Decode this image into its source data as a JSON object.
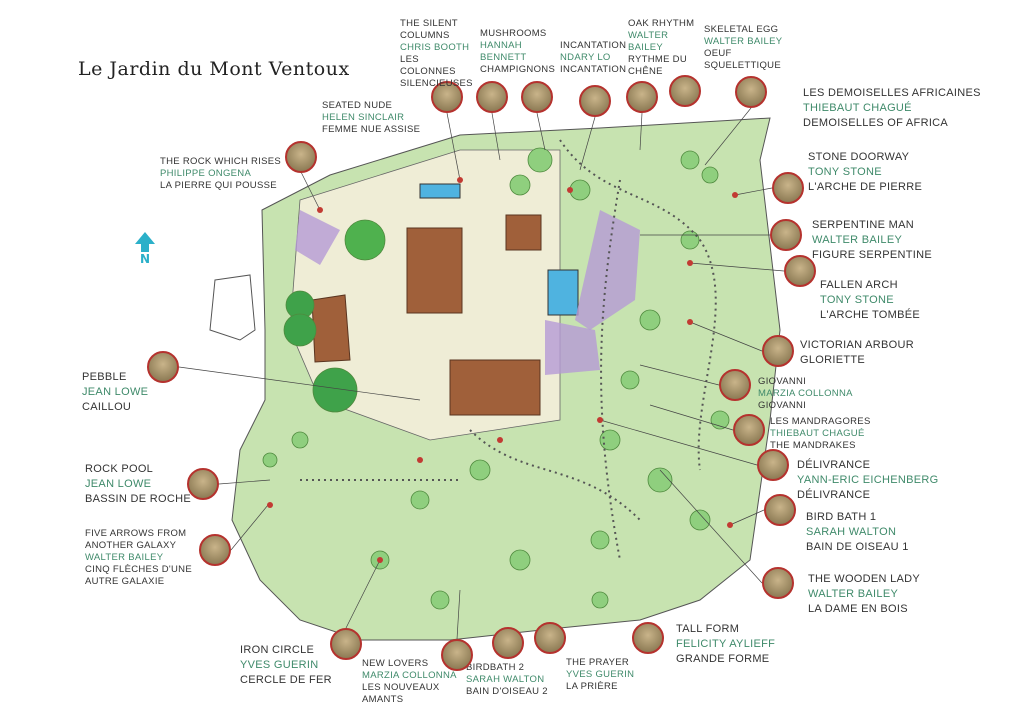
{
  "title": "Le Jardin du Mont Ventoux",
  "north_label": "N",
  "sculptures": [
    {
      "id": "seated-nude",
      "title": "Seated Nude",
      "artist": "Helen Sinclair",
      "french": "Femme nue assise"
    },
    {
      "id": "silent-columns",
      "title": "The Silent Columns",
      "artist": "Chris Booth",
      "french": "Les colonnes silencieuses"
    },
    {
      "id": "mushrooms",
      "title": "Mushrooms",
      "artist": "Hannah Bennett",
      "french": "Champignons"
    },
    {
      "id": "incantation",
      "title": "Incantation",
      "artist": "Ndary Lo",
      "french": "Incantation"
    },
    {
      "id": "oak-rhythm",
      "title": "Oak Rhythm",
      "artist": "Walter Bailey",
      "french": "Rythme du chêne"
    },
    {
      "id": "skeletal-egg",
      "title": "Skeletal Egg",
      "artist": "Walter Bailey",
      "french": "Oeuf squelettique"
    },
    {
      "id": "demoiselles",
      "title": "Les Demoiselles Africaines",
      "artist": "Thiebaut Chagué",
      "french": "Demoiselles of Africa"
    },
    {
      "id": "rock-rises",
      "title": "The Rock which rises",
      "artist": "Philippe Ongena",
      "french": "La pierre qui pousse"
    },
    {
      "id": "stone-doorway",
      "title": "Stone Doorway",
      "artist": "Tony Stone",
      "french": "L'arche de pierre"
    },
    {
      "id": "serpentine-man",
      "title": "Serpentine Man",
      "artist": "Walter Bailey",
      "french": "Figure serpentine"
    },
    {
      "id": "fallen-arch",
      "title": "Fallen Arch",
      "artist": "Tony Stone",
      "french": "L'arche tombée"
    },
    {
      "id": "victorian-arbour",
      "title": "Victorian Arbour",
      "artist": "",
      "french": "Gloriette"
    },
    {
      "id": "giovanni",
      "title": "Giovanni",
      "artist": "Marzia Collonna",
      "french": "Giovanni"
    },
    {
      "id": "mandragores",
      "title": "Les Mandragores",
      "artist": "Thiebaut Chagué",
      "french": "The Mandrakes"
    },
    {
      "id": "delivrance",
      "title": "Délivrance",
      "artist": "Yann-Eric Eichenberg",
      "french": "Délivrance"
    },
    {
      "id": "bird-bath-1",
      "title": "Bird Bath 1",
      "artist": "Sarah Walton",
      "french": "Bain de oiseau 1"
    },
    {
      "id": "wooden-lady",
      "title": "The Wooden Lady",
      "artist": "Walter Bailey",
      "french": "La dame en bois"
    },
    {
      "id": "tall-form",
      "title": "Tall Form",
      "artist": "Felicity Aylieff",
      "french": "Grande forme"
    },
    {
      "id": "prayer",
      "title": "The Prayer",
      "artist": "Yves Guerin",
      "french": "La prière"
    },
    {
      "id": "birdbath-2",
      "title": "Birdbath 2",
      "artist": "Sarah Walton",
      "french": "Bain d'oiseau 2"
    },
    {
      "id": "new-lovers",
      "title": "New Lovers",
      "artist": "Marzia Collonna",
      "french": "Les nouveaux amants"
    },
    {
      "id": "iron-circle",
      "title": "Iron Circle",
      "artist": "Yves Guerin",
      "french": "Cercle de fer"
    },
    {
      "id": "five-arrows",
      "title": "Five Arrows from another Galaxy",
      "artist": "Walter Bailey",
      "french": "Cinq flèches d'une autre galaxie"
    },
    {
      "id": "rock-pool",
      "title": "Rock Pool",
      "artist": "Jean Lowe",
      "french": "Bassin de roche"
    },
    {
      "id": "pebble",
      "title": "Pebble",
      "artist": "Jean Lowe",
      "french": "Caillou"
    }
  ],
  "colors": {
    "accent": "#b5322e",
    "artist": "#3f8a6a",
    "lawn": "#b9dca0",
    "lavender": "#b59ad6",
    "pool": "#4fb3e0",
    "roof": "#a0603a"
  }
}
